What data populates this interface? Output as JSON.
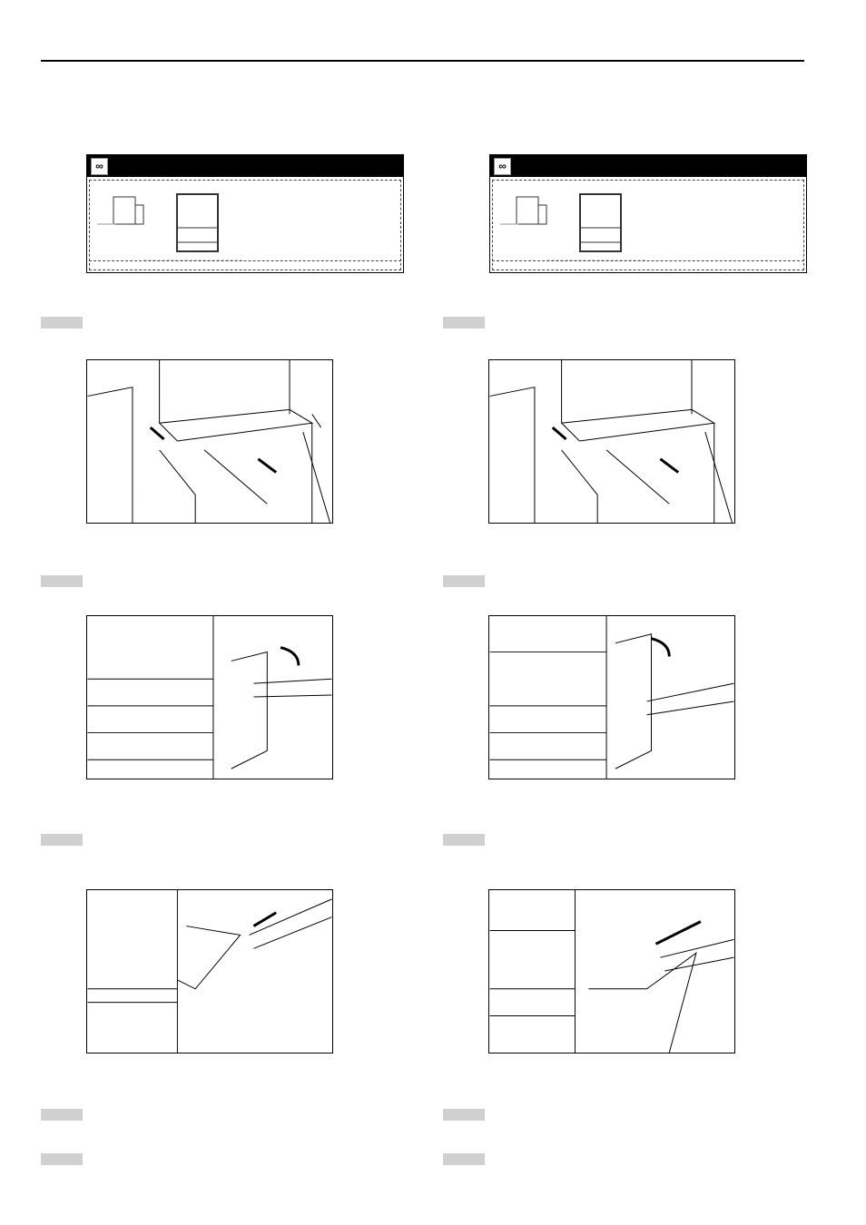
{
  "icons": {
    "display_header_icon": "paper-jam-icon",
    "step_marker": "step-number-bar"
  },
  "colors": {
    "display_header": "#000000",
    "step_bar": "#d0d0d0"
  },
  "columns": [
    {
      "steps": 5,
      "illustrations": 3
    },
    {
      "steps": 5,
      "illustrations": 3
    }
  ]
}
